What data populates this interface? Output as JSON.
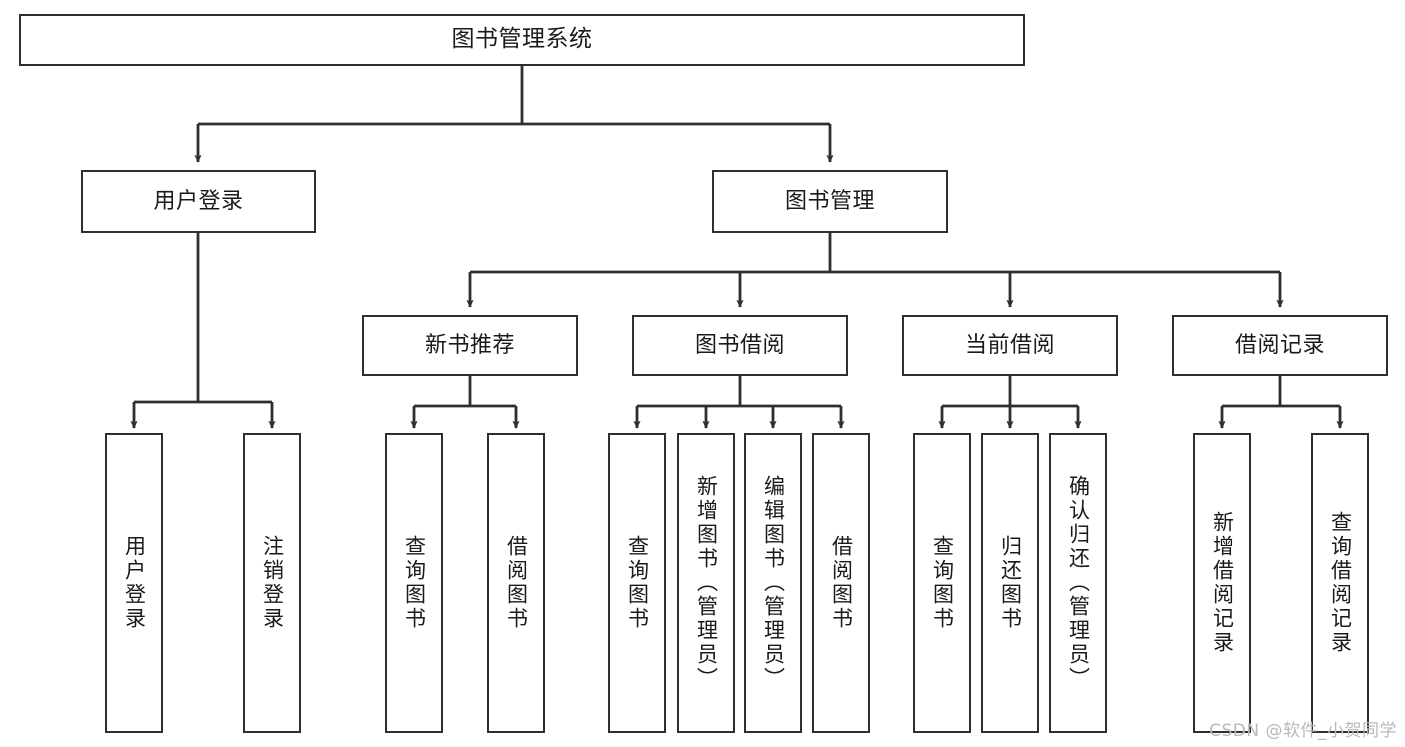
{
  "diagram": {
    "title": "图书管理系统",
    "type": "function-structure-tree",
    "root": {
      "label": "图书管理系统"
    },
    "level2": [
      {
        "id": "user-login",
        "label": "用户登录"
      },
      {
        "id": "book-manage",
        "label": "图书管理"
      }
    ],
    "level3": [
      {
        "id": "new-book-recommend",
        "label": "新书推荐"
      },
      {
        "id": "book-borrow",
        "label": "图书借阅"
      },
      {
        "id": "current-borrow",
        "label": "当前借阅"
      },
      {
        "id": "borrow-record",
        "label": "借阅记录"
      }
    ],
    "leaves": {
      "user_login": [
        {
          "id": "leaf-user-login",
          "label": "用户登录"
        },
        {
          "id": "leaf-logout-login",
          "label": "注销登录"
        }
      ],
      "new_book_recommend": [
        {
          "id": "leaf-query-book-1",
          "label": "查询图书"
        },
        {
          "id": "leaf-borrow-book-1",
          "label": "借阅图书"
        }
      ],
      "book_borrow": [
        {
          "id": "leaf-query-book-2",
          "label": "查询图书"
        },
        {
          "id": "leaf-add-book-admin",
          "label": "新增图书（管理员）"
        },
        {
          "id": "leaf-edit-book-admin",
          "label": "编辑图书（管理员）"
        },
        {
          "id": "leaf-borrow-book-2",
          "label": "借阅图书"
        }
      ],
      "current_borrow": [
        {
          "id": "leaf-query-book-3",
          "label": "查询图书"
        },
        {
          "id": "leaf-return-book",
          "label": "归还图书"
        },
        {
          "id": "leaf-confirm-return-admin",
          "label": "确认归还（管理员）"
        }
      ],
      "borrow_record": [
        {
          "id": "leaf-add-borrow-record",
          "label": "新增借阅记录"
        },
        {
          "id": "leaf-query-borrow-record",
          "label": "查询借阅记录"
        }
      ]
    },
    "watermark": "CSDN @软件_小贺同学",
    "colors": {
      "stroke": "#2f2f2f",
      "fill": "#ffffff",
      "text": "#1a1a1a",
      "watermark": "#b9b9b9"
    }
  }
}
